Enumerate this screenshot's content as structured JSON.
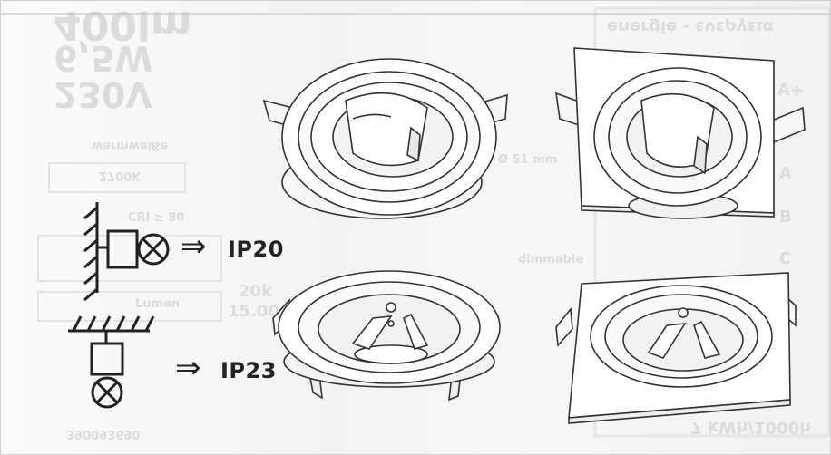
{
  "ghost_specs": {
    "lumen": "400lm",
    "power": "6,5W",
    "voltage": "230V",
    "warm_white": "warmweiße",
    "color_temp": "2700K",
    "cri": "CRI ≥ 80",
    "lumen_label": "Lumen",
    "dimmable": "dimmable",
    "diameter": "Ø 51 mm",
    "energy_title": "energie - ενεργεια",
    "energy_classes": [
      "A+",
      "A",
      "A",
      "B",
      "C"
    ],
    "consumption": "7 kWh/1000h",
    "lifetime": "20k",
    "hours": "15.000h",
    "code": "390093690"
  },
  "ip_ratings": {
    "top": "IP20",
    "bottom": "IP23"
  },
  "arrow_symbol": "⇒"
}
